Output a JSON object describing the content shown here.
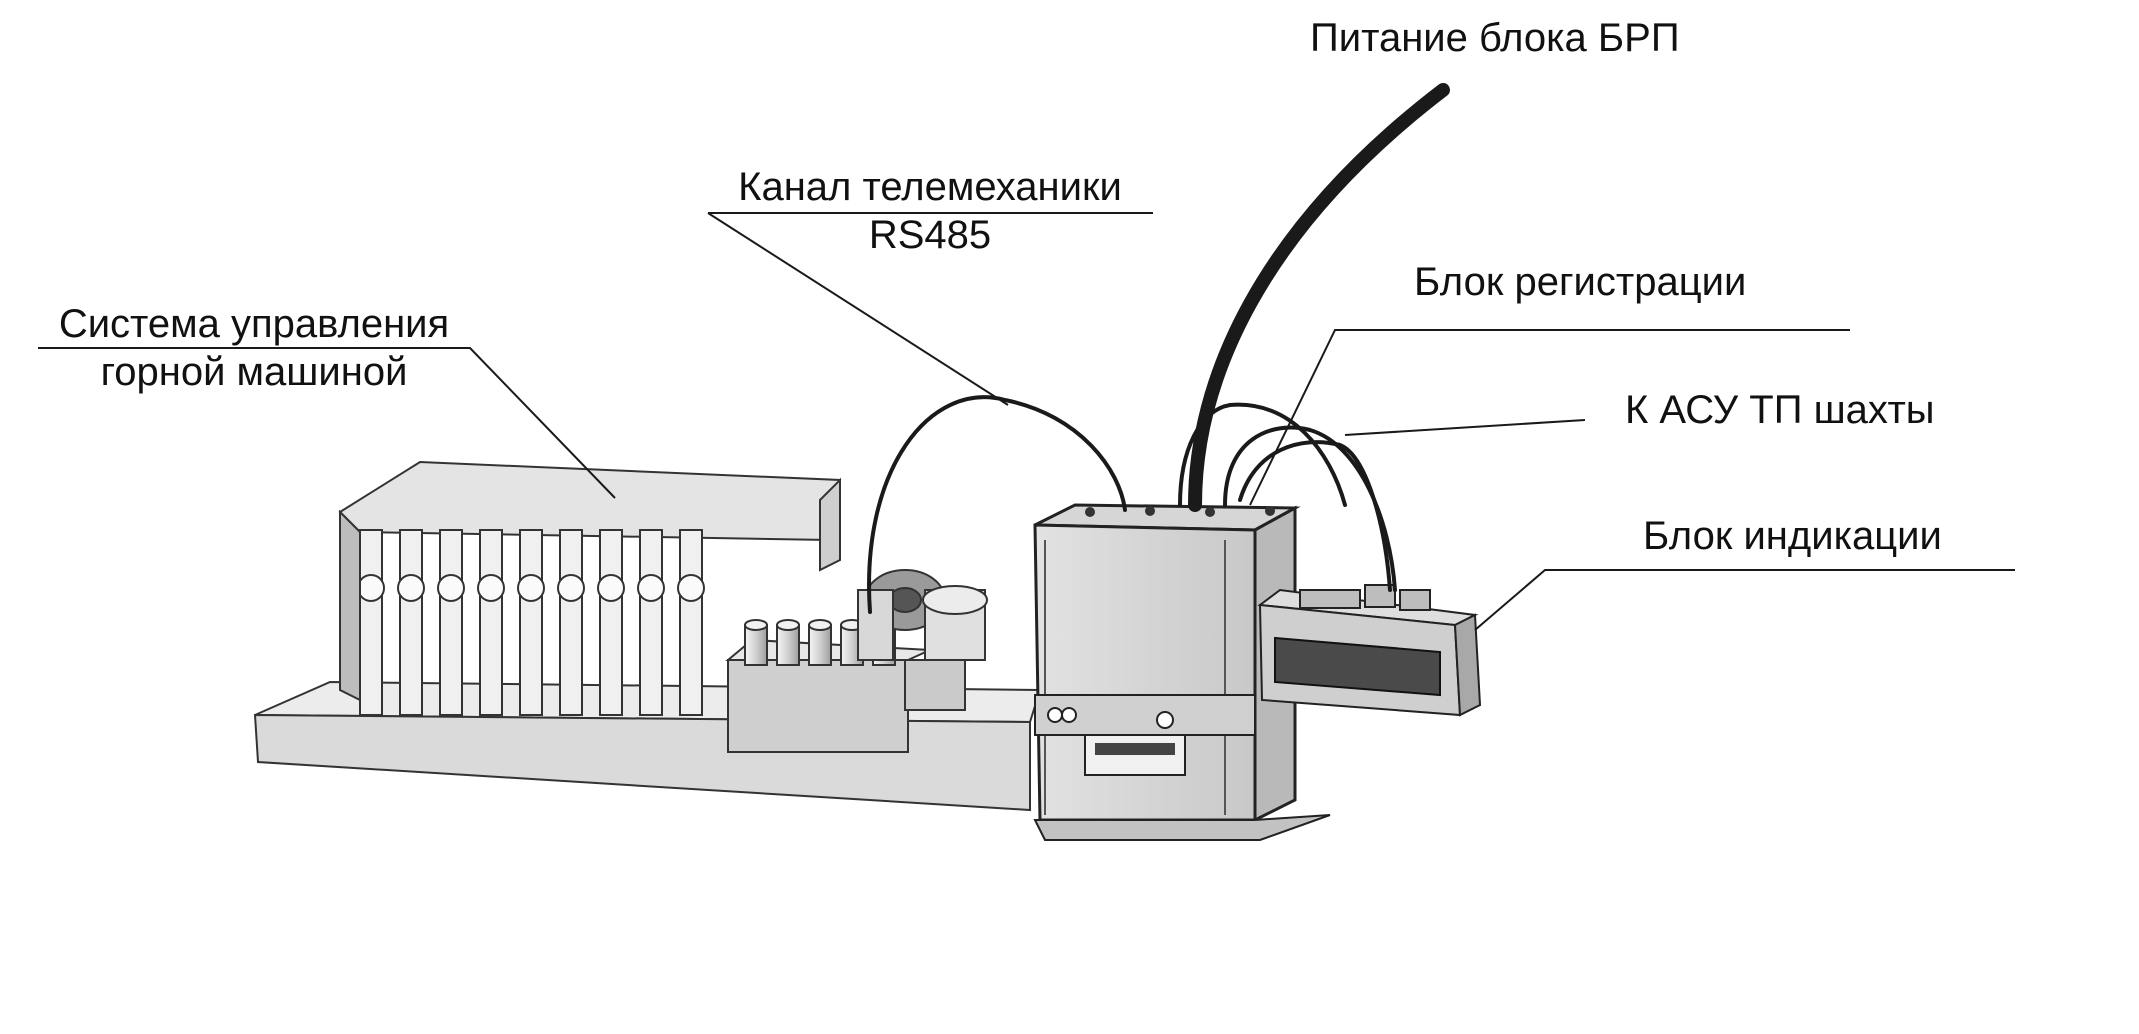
{
  "labels": {
    "power": "Питание блока БРП",
    "telemetry_line1": "Канал телемеханики",
    "telemetry_line2": "RS485",
    "mining_line1": "Система управления",
    "mining_line2": "горной машиной",
    "registration": "Блок регистрации",
    "asu": "К АСУ ТП шахты",
    "indication": "Блок индикации"
  },
  "colors": {
    "line": "#1a1a1a",
    "metal_light": "#e6e6e6",
    "metal_mid": "#cfcfcf",
    "metal_dark": "#9a9a9a",
    "screen": "#4a4a4a"
  }
}
